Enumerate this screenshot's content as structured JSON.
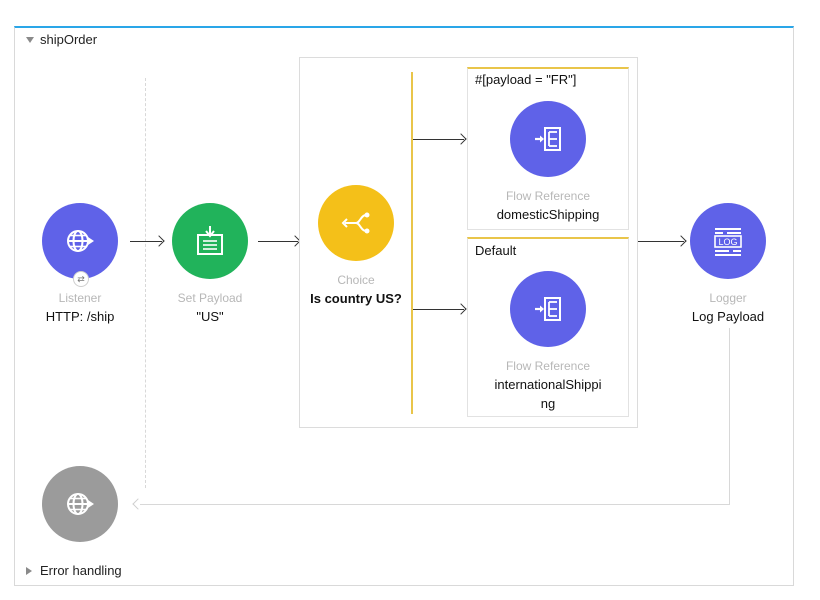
{
  "flow": {
    "name": "shipOrder",
    "error_handling_label": "Error handling"
  },
  "nodes": {
    "listener": {
      "type": "Listener",
      "name": "HTTP: /ship",
      "color": "#5f62e8",
      "icon": "globe-icon"
    },
    "set_payload": {
      "type": "Set Payload",
      "name": "\"US\"",
      "color": "#21b35b",
      "icon": "set-payload-icon"
    },
    "choice": {
      "type": "Choice",
      "name": "Is country US?",
      "color": "#f4c019",
      "icon": "choice-branch-icon"
    },
    "flow_ref_domestic": {
      "type": "Flow Reference",
      "name": "domesticShipping",
      "color": "#5f62e8",
      "icon": "flow-reference-icon"
    },
    "flow_ref_international": {
      "type": "Flow Reference",
      "name_line1": "internationalShippi",
      "name_line2": "ng",
      "color": "#5f62e8",
      "icon": "flow-reference-icon"
    },
    "logger": {
      "type": "Logger",
      "name": "Log Payload",
      "color": "#5f62e8",
      "icon": "log-icon",
      "icon_text": "LOG"
    },
    "source_response": {
      "color": "#9b9b9b",
      "icon": "globe-icon"
    }
  },
  "routes": {
    "when_label": "#[payload = \"FR\"]",
    "default_label": "Default"
  }
}
